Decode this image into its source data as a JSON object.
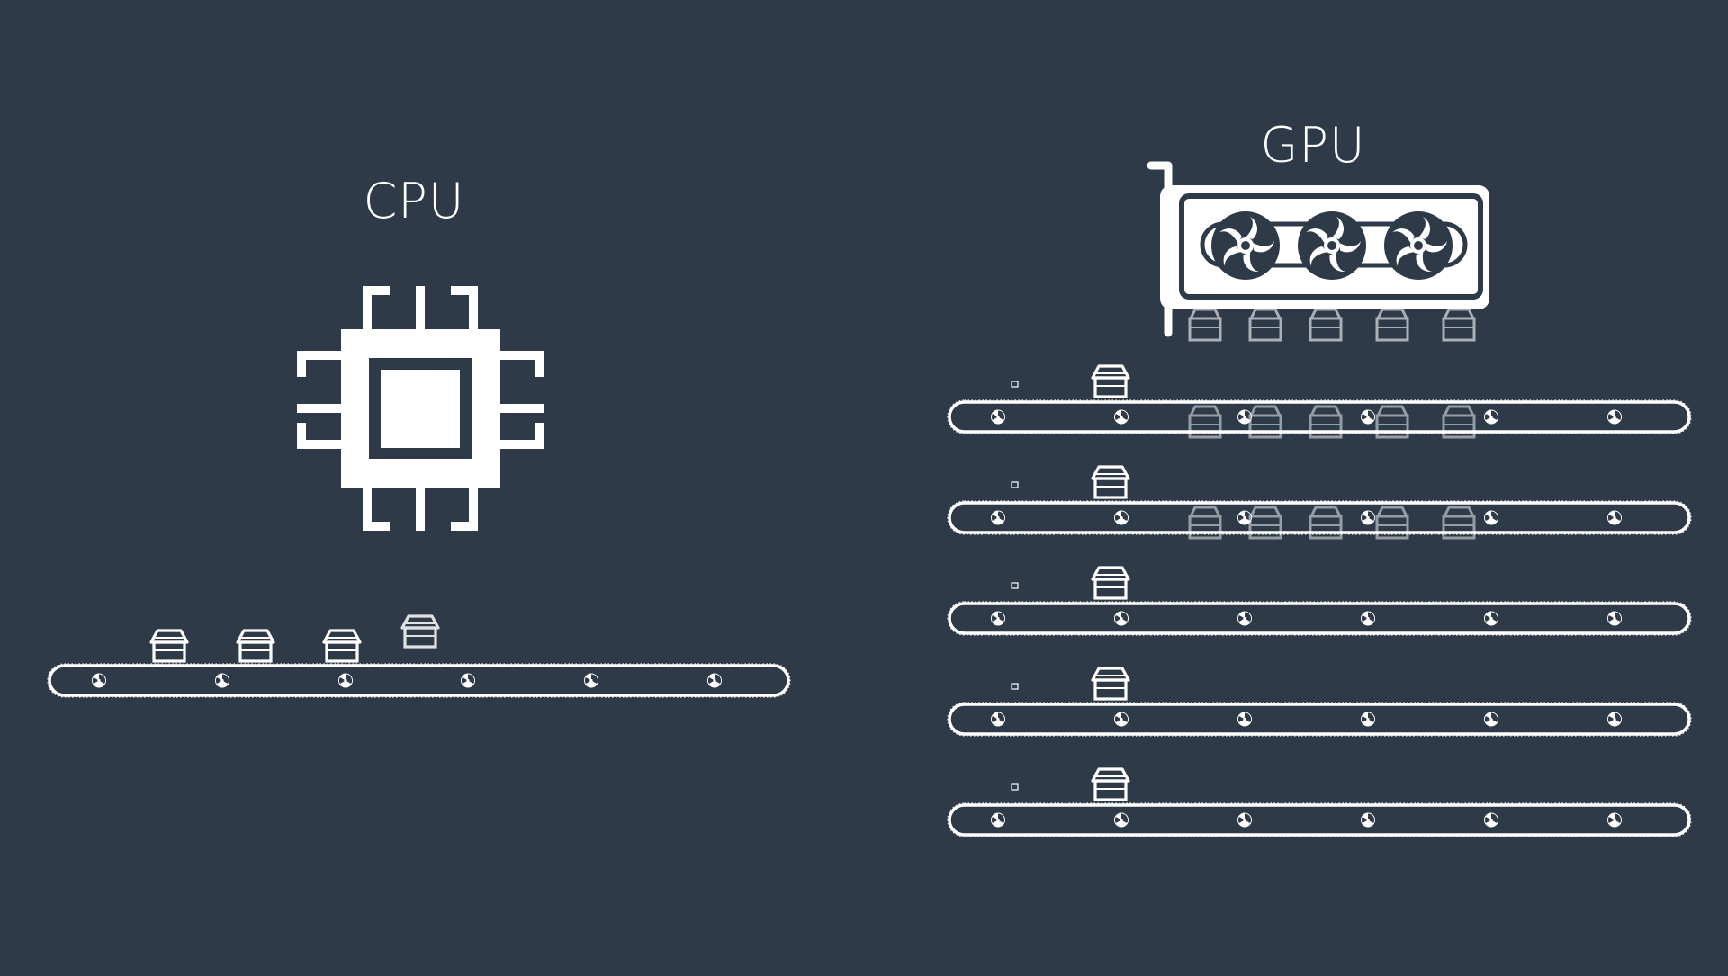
{
  "cpu": {
    "label": "CPU",
    "icon": "cpu-chip-icon",
    "conveyor_count": 1,
    "boxes_on_belt": 4
  },
  "gpu": {
    "label": "GPU",
    "icon": "gpu-card-icon",
    "fan_count": 3,
    "conveyor_count": 5,
    "boxes_per_conveyor": 1
  },
  "colors": {
    "background": "#2e3a48",
    "foreground": "#ffffff"
  },
  "icons": {
    "box": "package-box-icon",
    "roller": "conveyor-roller-icon",
    "fan": "fan-icon"
  }
}
